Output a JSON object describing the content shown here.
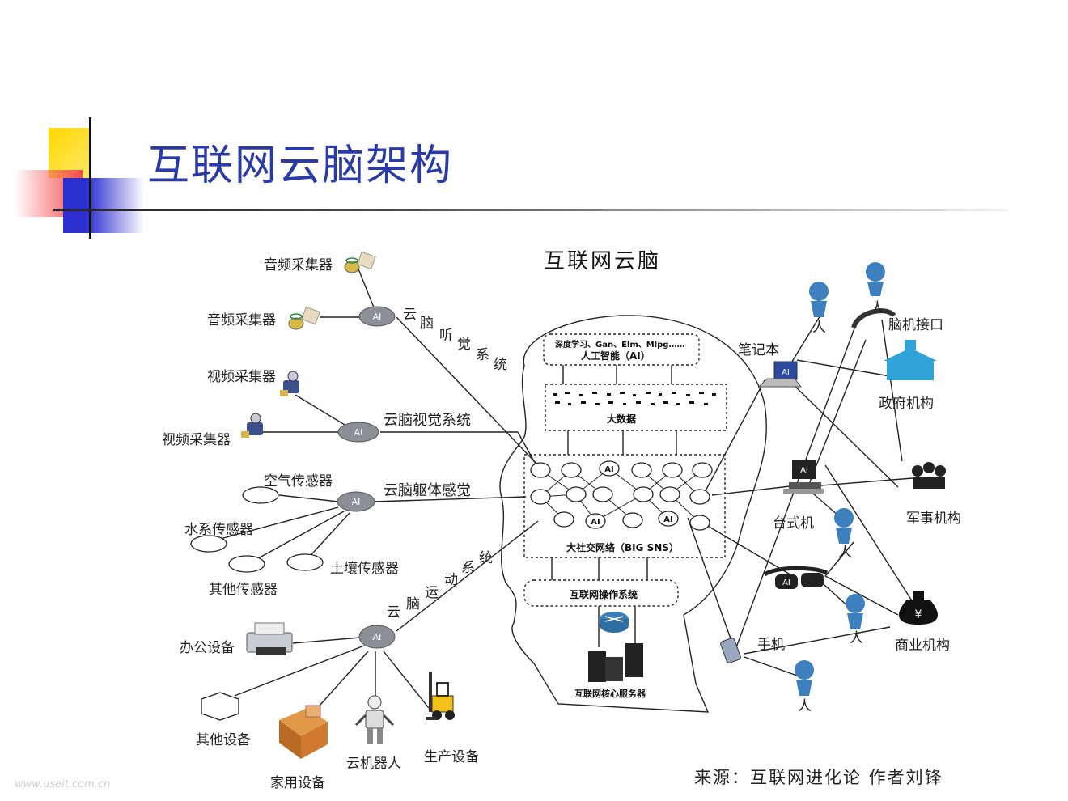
{
  "slide": {
    "title": "互联网云脑架构",
    "diagram_title": "互联网云脑",
    "source": "来源：互联网进化论  作者刘锋",
    "watermark": "www.useit.com.cn"
  },
  "left_devices": {
    "audio1": "音频采集器",
    "audio2": "音频采集器",
    "video1": "视频采集器",
    "video2": "视频采集器",
    "air": "空气传感器",
    "water": "水系传感器",
    "soil": "土壤传感器",
    "other_sensor": "其他传感器",
    "office": "办公设备",
    "other_device": "其他设备",
    "home": "家用设备",
    "robot": "云机器人",
    "production": "生产设备"
  },
  "systems": {
    "hearing": [
      "云",
      "脑",
      "听",
      "觉",
      "系",
      "统"
    ],
    "vision": "云脑视觉系统",
    "body": "云脑躯体感觉",
    "motion": [
      "云",
      "脑",
      "运",
      "动",
      "系",
      "统"
    ]
  },
  "brain": {
    "ai_methods": "深度学习、Gan、Elm、Mlpg……",
    "ai": "人工智能（AI）",
    "big_data": "大数据",
    "big_sns": "大社交网络（BIG SNS）",
    "os": "互联网操作系统",
    "servers": "互联网核心服务器",
    "ai_tag": "AI"
  },
  "right_nodes": {
    "human": "人",
    "bci": "脑机接口",
    "laptop": "笔记本",
    "gov": "政府机构",
    "desktop": "台式机",
    "military": "军事机构",
    "phone": "手机",
    "business": "商业机构"
  }
}
